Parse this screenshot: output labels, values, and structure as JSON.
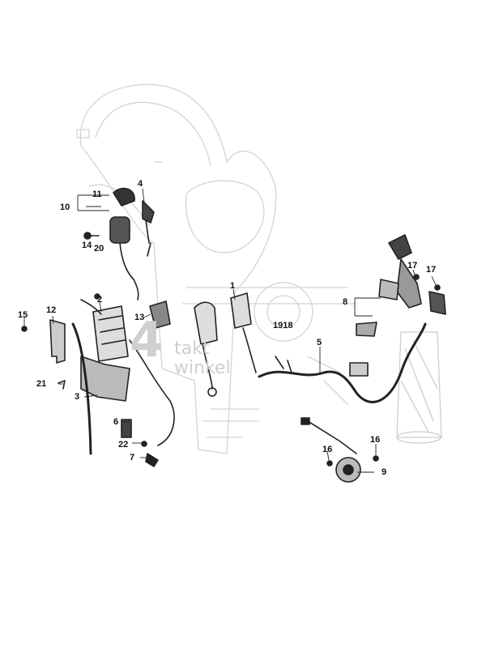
{
  "diagram": {
    "callouts": [
      {
        "id": "c1",
        "label": "1"
      },
      {
        "id": "c2",
        "label": "2"
      },
      {
        "id": "c3",
        "label": "3"
      },
      {
        "id": "c4",
        "label": "4"
      },
      {
        "id": "c5",
        "label": "5"
      },
      {
        "id": "c6",
        "label": "6"
      },
      {
        "id": "c7",
        "label": "7"
      },
      {
        "id": "c8",
        "label": "8"
      },
      {
        "id": "c9",
        "label": "9"
      },
      {
        "id": "c10",
        "label": "10"
      },
      {
        "id": "c11",
        "label": "11"
      },
      {
        "id": "c12",
        "label": "12"
      },
      {
        "id": "c13",
        "label": "13"
      },
      {
        "id": "c14",
        "label": "14"
      },
      {
        "id": "c15",
        "label": "15"
      },
      {
        "id": "c16a",
        "label": "16"
      },
      {
        "id": "c16b",
        "label": "16"
      },
      {
        "id": "c17a",
        "label": "17"
      },
      {
        "id": "c17b",
        "label": "17"
      },
      {
        "id": "c1918",
        "label": "1918"
      },
      {
        "id": "c20",
        "label": "20"
      },
      {
        "id": "c21",
        "label": "21"
      },
      {
        "id": "c22",
        "label": "22"
      }
    ],
    "watermark": {
      "big": "4",
      "line1": "takt",
      "line2": "winkel"
    }
  }
}
